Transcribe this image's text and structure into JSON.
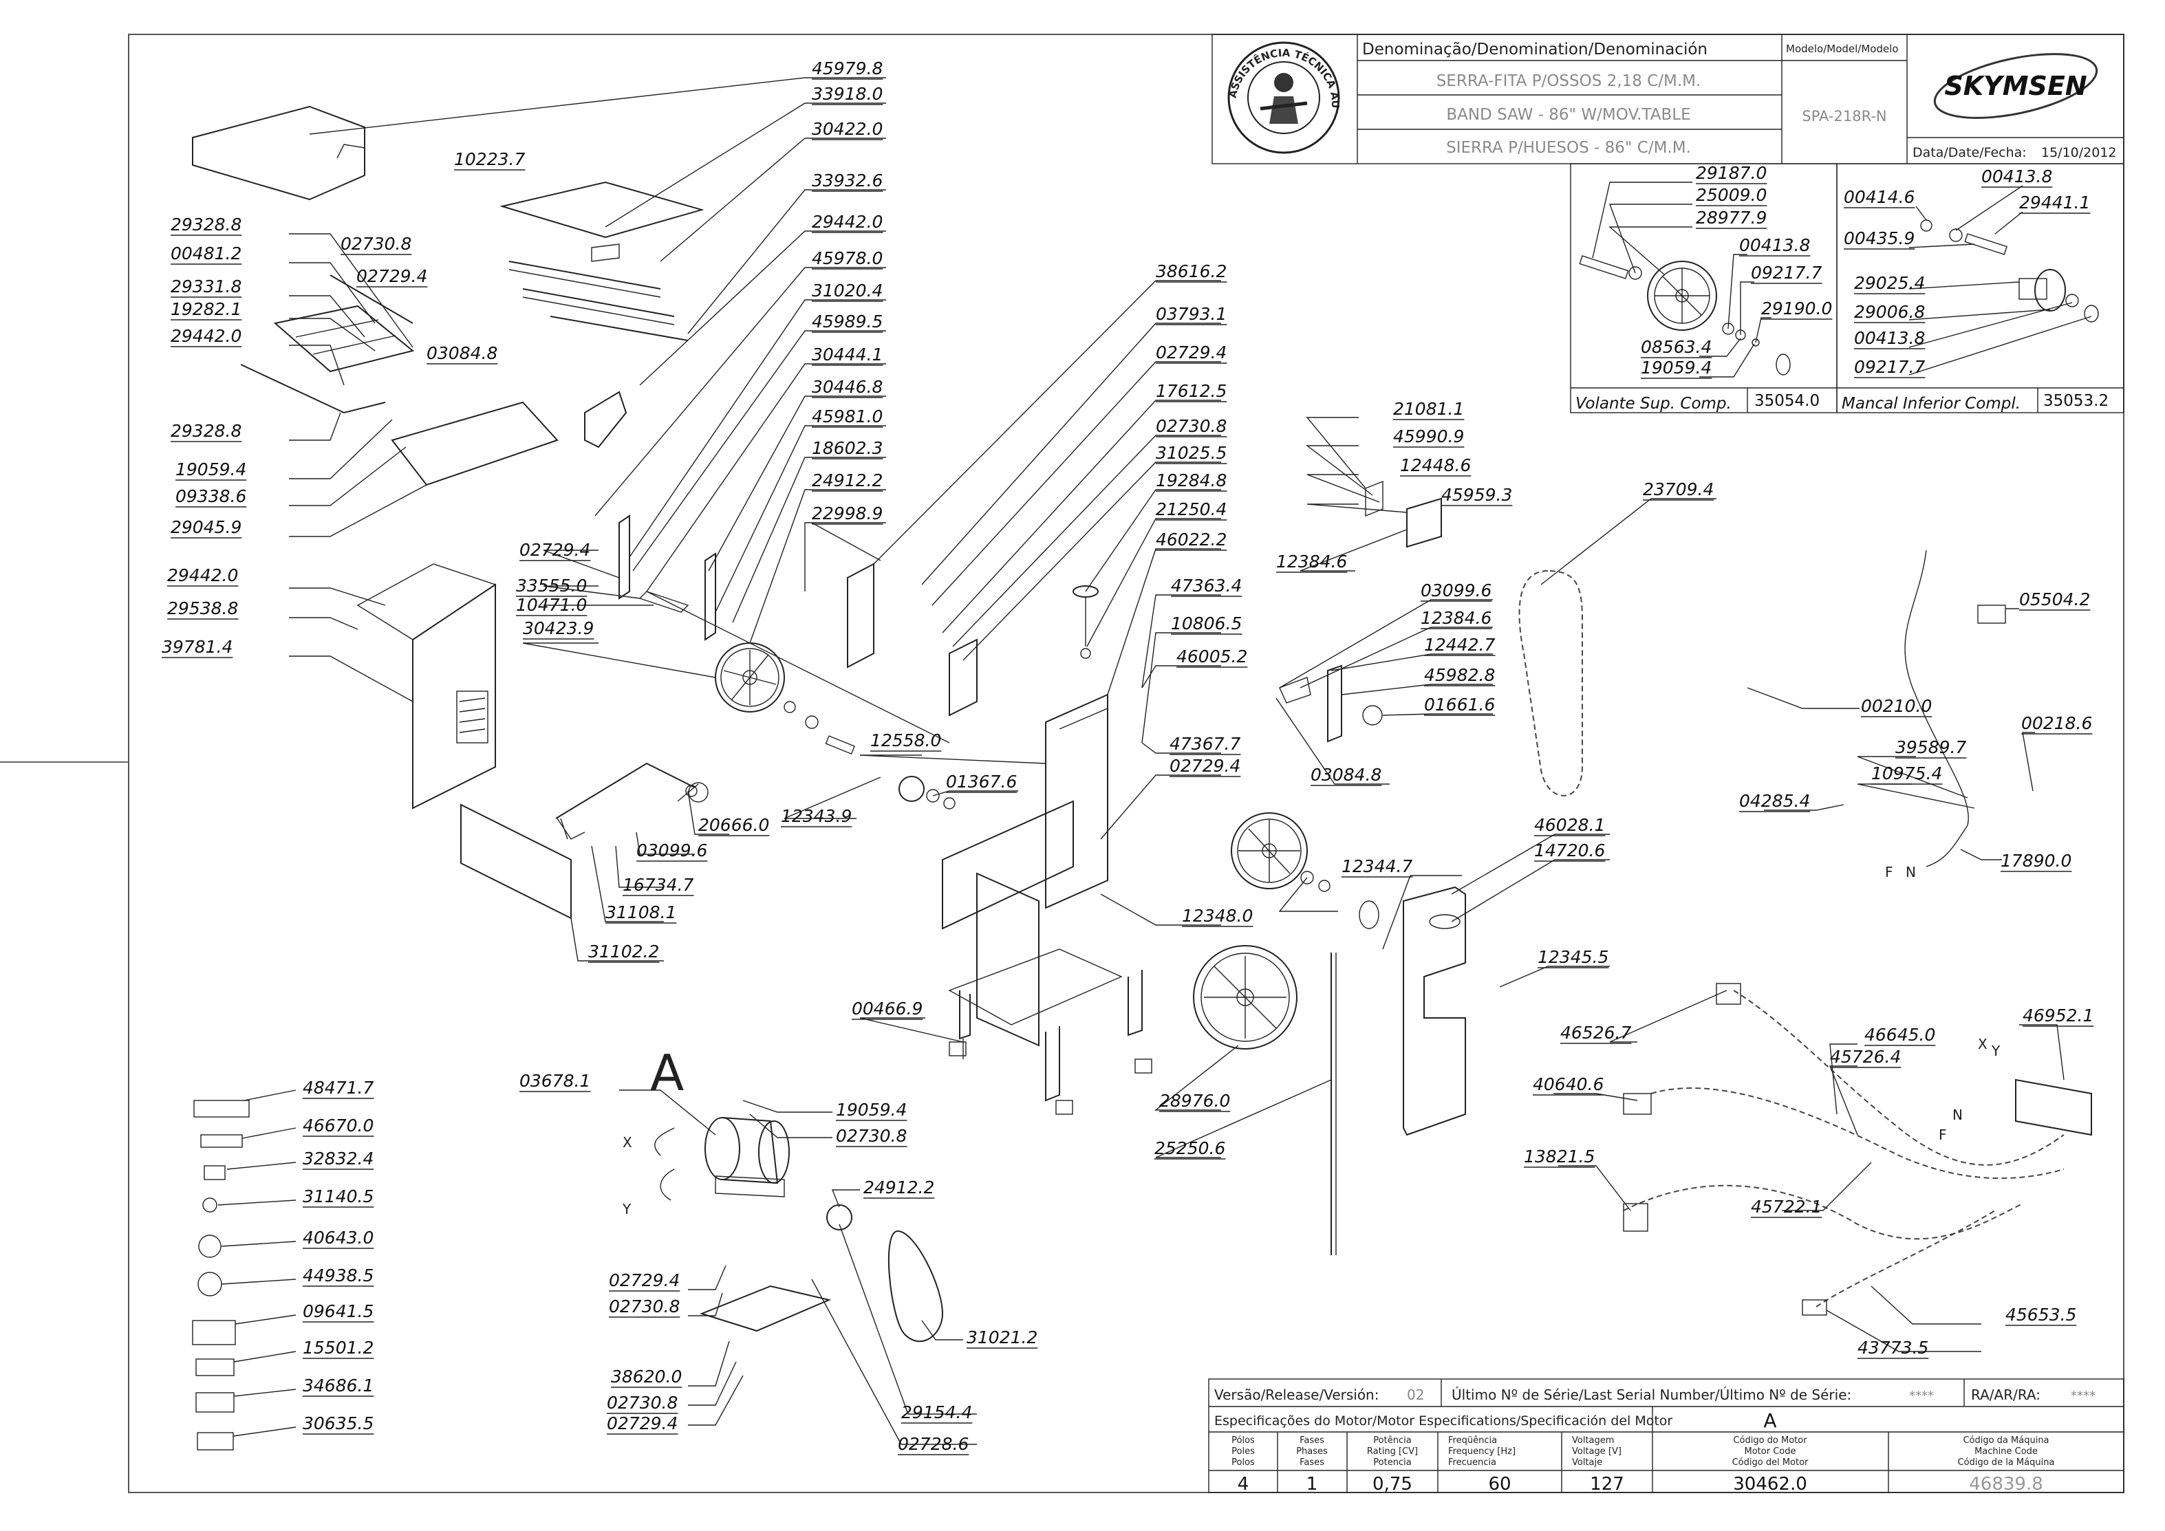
{
  "title_block": {
    "denomination_header": "Denominação/Denomination/Denominación",
    "model_header": "Modelo/Model/Modelo",
    "name_pt": "SERRA-FITA P/OSSOS 2,18 C/M.M.",
    "name_en": "BAND SAW - 86\" W/MOV.TABLE",
    "name_es": "SIERRA P/HUESOS - 86\" C/M.M.",
    "model": "SPA-218R-N",
    "brand": "SKYMSEN",
    "date_label": "Data/Date/Fecha:",
    "date": "15/10/2012",
    "seal_text": "ASSISTÊNCIA TÉCNICA AUTORIZADA"
  },
  "sub_assemblies": [
    {
      "label": "Volante Sup. Comp.",
      "code": "35054.0"
    },
    {
      "label": "Mancal Inferior Compl.",
      "code": "35053.2"
    }
  ],
  "part_labels": [
    {
      "id": "p1",
      "text": "45979.8"
    },
    {
      "id": "p2",
      "text": "33918.0"
    },
    {
      "id": "p3",
      "text": "30422.0"
    },
    {
      "id": "p4",
      "text": "10223.7"
    },
    {
      "id": "p5",
      "text": "33932.6"
    },
    {
      "id": "p6",
      "text": "29442.0"
    },
    {
      "id": "p7",
      "text": "45978.0"
    },
    {
      "id": "p8",
      "text": "31020.4"
    },
    {
      "id": "p9",
      "text": "45989.5"
    },
    {
      "id": "p10",
      "text": "30444.1"
    },
    {
      "id": "p11",
      "text": "30446.8"
    },
    {
      "id": "p12",
      "text": "45981.0"
    },
    {
      "id": "p13",
      "text": "18602.3"
    },
    {
      "id": "p14",
      "text": "24912.2"
    },
    {
      "id": "p15",
      "text": "22998.9"
    },
    {
      "id": "p16",
      "text": "29328.8"
    },
    {
      "id": "p17",
      "text": "00481.2"
    },
    {
      "id": "p18",
      "text": "29331.8"
    },
    {
      "id": "p19",
      "text": "19282.1"
    },
    {
      "id": "p20",
      "text": "29442.0"
    },
    {
      "id": "p21",
      "text": "02730.8"
    },
    {
      "id": "p22",
      "text": "02729.4"
    },
    {
      "id": "p23",
      "text": "03084.8"
    },
    {
      "id": "p24",
      "text": "29328.8"
    },
    {
      "id": "p25",
      "text": "19059.4"
    },
    {
      "id": "p26",
      "text": "09338.6"
    },
    {
      "id": "p27",
      "text": "29045.9"
    },
    {
      "id": "p28",
      "text": "29442.0"
    },
    {
      "id": "p29",
      "text": "29538.8"
    },
    {
      "id": "p30",
      "text": "39781.4"
    },
    {
      "id": "p31",
      "text": "02729.4"
    },
    {
      "id": "p32",
      "text": "33555.0"
    },
    {
      "id": "p33",
      "text": "10471.0"
    },
    {
      "id": "p34",
      "text": "30423.9"
    },
    {
      "id": "p35",
      "text": "38616.2"
    },
    {
      "id": "p36",
      "text": "03793.1"
    },
    {
      "id": "p37",
      "text": "02729.4"
    },
    {
      "id": "p38",
      "text": "17612.5"
    },
    {
      "id": "p39",
      "text": "02730.8"
    },
    {
      "id": "p40",
      "text": "31025.5"
    },
    {
      "id": "p41",
      "text": "19284.8"
    },
    {
      "id": "p42",
      "text": "21250.4"
    },
    {
      "id": "p43",
      "text": "46022.2"
    },
    {
      "id": "p44",
      "text": "47363.4"
    },
    {
      "id": "p45",
      "text": "10806.5"
    },
    {
      "id": "p46",
      "text": "46005.2"
    },
    {
      "id": "p47",
      "text": "12558.0"
    },
    {
      "id": "p48",
      "text": "47367.7"
    },
    {
      "id": "p49",
      "text": "02729.4"
    },
    {
      "id": "p50",
      "text": "01367.6"
    },
    {
      "id": "p51",
      "text": "12343.9"
    },
    {
      "id": "p52",
      "text": "20666.0"
    },
    {
      "id": "p53",
      "text": "03099.6"
    },
    {
      "id": "p54",
      "text": "16734.7"
    },
    {
      "id": "p55",
      "text": "31108.1"
    },
    {
      "id": "p56",
      "text": "31102.2"
    },
    {
      "id": "p57",
      "text": "21081.1"
    },
    {
      "id": "p58",
      "text": "45990.9"
    },
    {
      "id": "p59",
      "text": "12448.6"
    },
    {
      "id": "p60",
      "text": "45959.3"
    },
    {
      "id": "p61",
      "text": "12384.6"
    },
    {
      "id": "p62",
      "text": "03099.6"
    },
    {
      "id": "p63",
      "text": "12384.6"
    },
    {
      "id": "p64",
      "text": "12442.7"
    },
    {
      "id": "p65",
      "text": "45982.8"
    },
    {
      "id": "p66",
      "text": "01661.6"
    },
    {
      "id": "p67",
      "text": "03084.8"
    },
    {
      "id": "p68",
      "text": "23709.4"
    },
    {
      "id": "p69",
      "text": "12344.7"
    },
    {
      "id": "p70",
      "text": "12348.0"
    },
    {
      "id": "p71",
      "text": "46028.1"
    },
    {
      "id": "p72",
      "text": "14720.6"
    },
    {
      "id": "p73",
      "text": "12345.5"
    },
    {
      "id": "p74",
      "text": "00466.9"
    },
    {
      "id": "p75",
      "text": "28976.0"
    },
    {
      "id": "p76",
      "text": "25250.6"
    },
    {
      "id": "p77",
      "text": "29187.0"
    },
    {
      "id": "p78",
      "text": "25009.0"
    },
    {
      "id": "p79",
      "text": "28977.9"
    },
    {
      "id": "p80",
      "text": "00413.8"
    },
    {
      "id": "p81",
      "text": "09217.7"
    },
    {
      "id": "p82",
      "text": "29190.0"
    },
    {
      "id": "p83",
      "text": "08563.4"
    },
    {
      "id": "p84",
      "text": "19059.4"
    },
    {
      "id": "p85",
      "text": "00414.6"
    },
    {
      "id": "p86",
      "text": "00413.8"
    },
    {
      "id": "p87",
      "text": "29441.1"
    },
    {
      "id": "p88",
      "text": "00435.9"
    },
    {
      "id": "p89",
      "text": "29025.4"
    },
    {
      "id": "p90",
      "text": "29006.8"
    },
    {
      "id": "p91",
      "text": "00413.8"
    },
    {
      "id": "p92",
      "text": "09217.7"
    },
    {
      "id": "p93",
      "text": "05504.2"
    },
    {
      "id": "p94",
      "text": "00210.0"
    },
    {
      "id": "p95",
      "text": "00218.6"
    },
    {
      "id": "p96",
      "text": "39589.7"
    },
    {
      "id": "p97",
      "text": "10975.4"
    },
    {
      "id": "p98",
      "text": "04285.4"
    },
    {
      "id": "p99",
      "text": "17890.0"
    },
    {
      "id": "p100",
      "text": "46526.7"
    },
    {
      "id": "p101",
      "text": "46645.0"
    },
    {
      "id": "p102",
      "text": "45726.4"
    },
    {
      "id": "p103",
      "text": "46952.1"
    },
    {
      "id": "p104",
      "text": "40640.6"
    },
    {
      "id": "p105",
      "text": "13821.5"
    },
    {
      "id": "p106",
      "text": "45722.1"
    },
    {
      "id": "p107",
      "text": "45653.5"
    },
    {
      "id": "p108",
      "text": "43773.5"
    },
    {
      "id": "p109",
      "text": "03678.1"
    },
    {
      "id": "p110",
      "text": "19059.4"
    },
    {
      "id": "p111",
      "text": "02730.8"
    },
    {
      "id": "p112",
      "text": "24912.2"
    },
    {
      "id": "p113",
      "text": "02729.4"
    },
    {
      "id": "p114",
      "text": "02730.8"
    },
    {
      "id": "p115",
      "text": "31021.2"
    },
    {
      "id": "p116",
      "text": "38620.0"
    },
    {
      "id": "p117",
      "text": "02730.8"
    },
    {
      "id": "p118",
      "text": "02729.4"
    },
    {
      "id": "p119",
      "text": "29154.4"
    },
    {
      "id": "p120",
      "text": "02728.6"
    },
    {
      "id": "p121",
      "text": "48471.7"
    },
    {
      "id": "p122",
      "text": "46670.0"
    },
    {
      "id": "p123",
      "text": "32832.4"
    },
    {
      "id": "p124",
      "text": "31140.5"
    },
    {
      "id": "p125",
      "text": "40643.0"
    },
    {
      "id": "p126",
      "text": "44938.5"
    },
    {
      "id": "p127",
      "text": "09641.5"
    },
    {
      "id": "p128",
      "text": "15501.2"
    },
    {
      "id": "p129",
      "text": "34686.1"
    },
    {
      "id": "p130",
      "text": "30635.5"
    }
  ],
  "wire_marks": {
    "x": "X",
    "y": "Y",
    "f": "F",
    "n": "N",
    "motor_group": "A",
    "x2": "X",
    "y2": "Y",
    "n2": "N",
    "f2": "F"
  },
  "footer": {
    "version_label": "Versão/Release/Versión:",
    "version": "02",
    "serial_label": "Último Nº de Série/Last Serial Number/Último Nº de Série:",
    "serial": "****",
    "ra_label": "RA/AR/RA:",
    "ra": "****",
    "motor_spec_label": "Especificações do Motor/Motor Especifications/Specificación del Motor",
    "motor_group": "A",
    "columns": [
      {
        "l1": "Pólos",
        "l2": "Poles",
        "l3": "Polos",
        "value": "4"
      },
      {
        "l1": "Fases",
        "l2": "Phases",
        "l3": "Fases",
        "value": "1"
      },
      {
        "l1": "Potência",
        "l2": "Rating [CV]",
        "l3": "Potencia",
        "value": "0,75"
      },
      {
        "l1": "Freqüência",
        "l2": "Frequency [Hz]",
        "l3": "Frecuencia",
        "value": "60"
      },
      {
        "l1": "Voltagem",
        "l2": "Voltage [V]",
        "l3": "Voltaje",
        "value": "127"
      },
      {
        "l1": "Código do Motor",
        "l2": "Motor Code",
        "l3": "Código del Motor",
        "value": "30462.0"
      },
      {
        "l1": "Código da Máquina",
        "l2": "Machine Code",
        "l3": "Código de la Máquina",
        "value": "46839.8"
      }
    ]
  }
}
